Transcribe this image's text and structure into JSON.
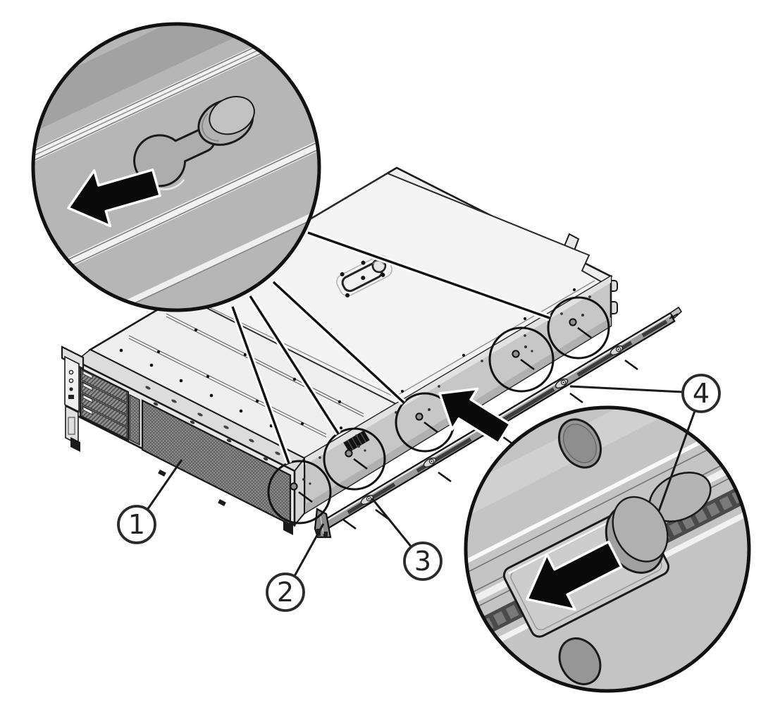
{
  "figure": {
    "type": "hardware-installation-diagram",
    "callouts": [
      {
        "number": "1"
      },
      {
        "number": "2"
      },
      {
        "number": "3"
      },
      {
        "number": "4"
      }
    ],
    "icons": {
      "magnifier_top_left": "keyhole-and-pin-detail-circle",
      "magnifier_bottom_right": "rail-lock-button-detail-circle",
      "arrow_in_magnifiers": "slide-left-arrow-icon",
      "arrow_center": "insert-direction-arrow-icon"
    },
    "colors": {
      "background": "#ffffff",
      "outline": "#1a1a1a",
      "chassis_top": "#efefef",
      "chassis_side": "#c7c7c7",
      "chassis_front": "#e8e8e8",
      "magnifier_background": "#b6b6b6",
      "arrow_fill": "#0a0a0a",
      "rail_body": "#9c9c9c"
    }
  }
}
